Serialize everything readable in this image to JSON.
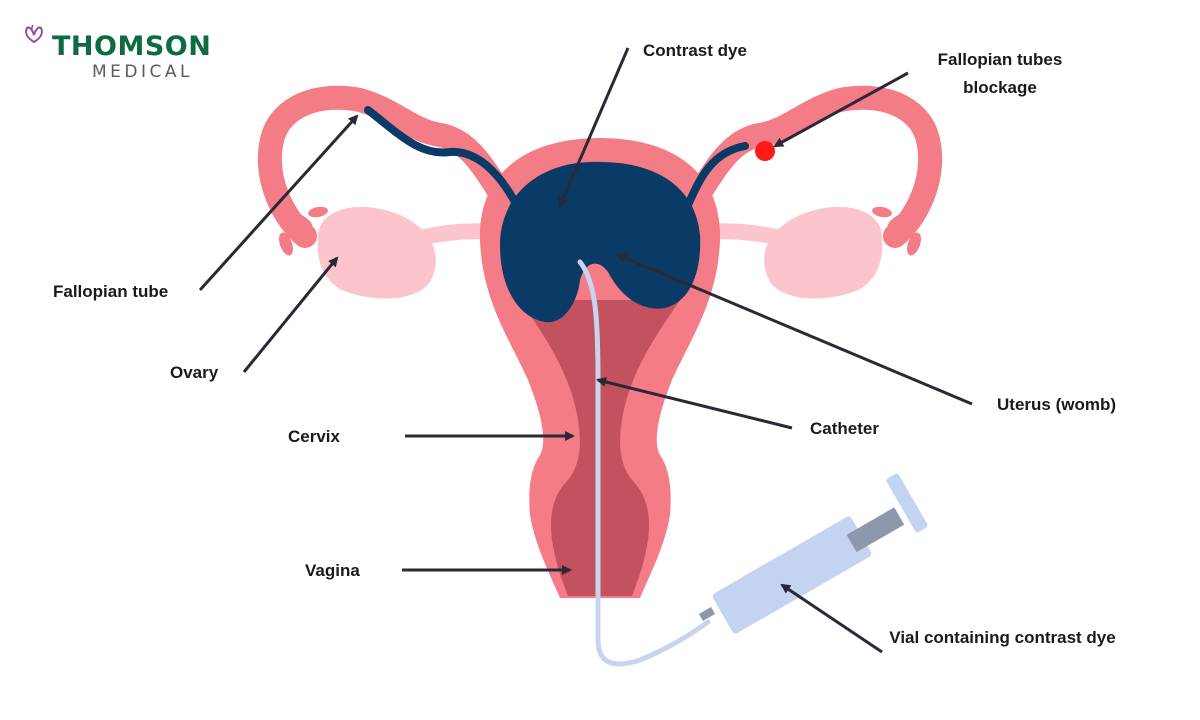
{
  "brand": {
    "name_top": "THOMSON",
    "name_bottom": "MEDICAL",
    "logo_icon": "butterfly-icon",
    "colors": {
      "green": "#0d6b41",
      "grey": "#5b5b5b",
      "purple": "#8e4ea6"
    }
  },
  "labels": {
    "contrast_dye": "Contrast dye",
    "blockage": "Fallopian tubes blockage",
    "fallopian_tube": "Fallopian tube",
    "ovary": "Ovary",
    "uterus": "Uterus (womb)",
    "catheter": "Catheter",
    "cervix": "Cervix",
    "vagina": "Vagina",
    "vial": "Vial containing contrast dye"
  },
  "colors": {
    "tissue": "#f47c86",
    "tissue_inner": "#c4525e",
    "ovary": "#fcc5cb",
    "dye": "#0a3a66",
    "blockage": "#ff1a1a",
    "catheter": "#c7d4f0",
    "syringe": "#c5d3f2",
    "plunger": "#8e98ad",
    "arrow": "#2b2838"
  }
}
